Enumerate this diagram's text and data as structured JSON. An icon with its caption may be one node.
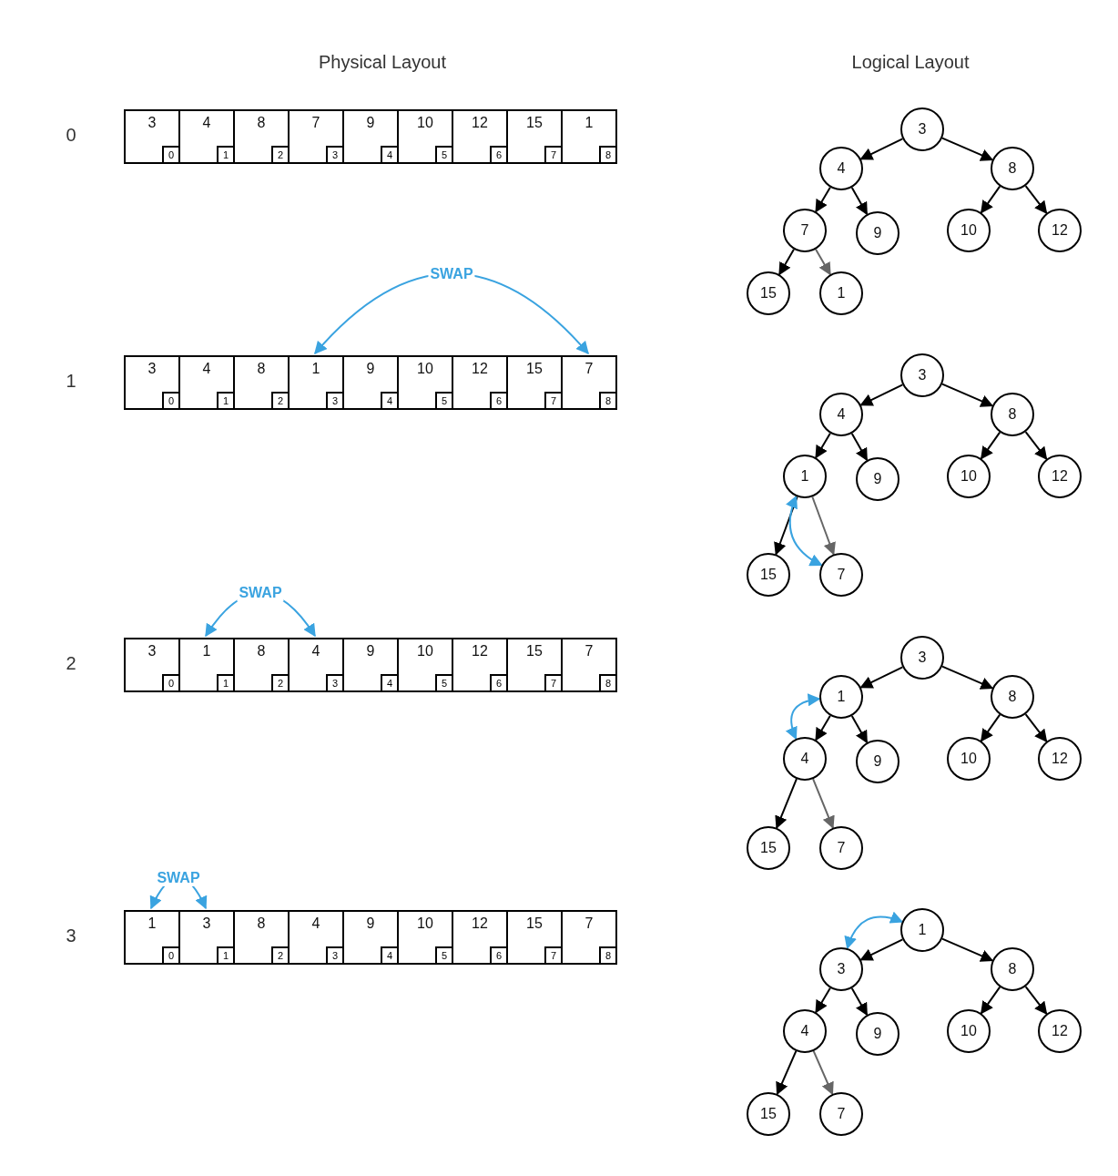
{
  "diagram": {
    "nodes": [
      {
        "text": [
          "3",
          "0"
        ]
      },
      {
        "text": [
          "4",
          "1"
        ]
      },
      {
        "text": [
          "8",
          "2"
        ]
      },
      {
        "text": [
          "7",
          "3"
        ]
      },
      {
        "text": [
          "9",
          "4"
        ]
      },
      {
        "text": [
          "10",
          "5"
        ]
      },
      {
        "text": [
          "12",
          "6"
        ]
      },
      {
        "text": [
          "15",
          "7"
        ]
      },
      {
        "text": [
          "1",
          "8"
        ]
      },
      {
        "text": [
          "3"
        ]
      },
      {
        "text": [
          "4"
        ]
      },
      {
        "text": [
          "8"
        ]
      },
      {
        "text": [
          "7"
        ]
      },
      {
        "text": [
          "9"
        ]
      },
      {
        "text": [
          "10"
        ]
      },
      {
        "text": [
          "12"
        ]
      },
      {
        "text": [
          "15"
        ]
      },
      {
        "text": [
          "1"
        ]
      },
      {
        "text": [
          "3",
          "0"
        ]
      },
      {
        "text": [
          "4",
          "1"
        ]
      },
      {
        "text": [
          "8",
          "2"
        ]
      },
      {
        "text": [
          "1",
          "3"
        ]
      },
      {
        "text": [
          "9",
          "4"
        ]
      },
      {
        "text": [
          "10",
          "5"
        ]
      },
      {
        "text": [
          "12",
          "6"
        ]
      },
      {
        "text": [
          "15",
          "7"
        ]
      },
      {
        "text": [
          "7",
          "8"
        ]
      },
      {
        "text": [
          "3"
        ]
      },
      {
        "text": [
          "4"
        ]
      },
      {
        "text": [
          "8"
        ]
      },
      {
        "text": [
          "1"
        ]
      },
      {
        "text": [
          "9"
        ]
      },
      {
        "text": [
          "10"
        ]
      },
      {
        "text": [
          "12"
        ]
      },
      {
        "text": [
          "15"
        ]
      },
      {
        "text": [
          "7"
        ]
      },
      {
        "text": [
          "3",
          "0"
        ]
      },
      {
        "text": [
          "1",
          "1"
        ]
      },
      {
        "text": [
          "8",
          "2"
        ]
      },
      {
        "text": [
          "4",
          "3"
        ]
      },
      {
        "text": [
          "9",
          "4"
        ]
      },
      {
        "text": [
          "10",
          "5"
        ]
      },
      {
        "text": [
          "12",
          "6"
        ]
      },
      {
        "text": [
          "15",
          "7"
        ]
      },
      {
        "text": [
          "7",
          "8"
        ]
      },
      {
        "text": [
          "3"
        ]
      },
      {
        "text": [
          "1"
        ]
      },
      {
        "text": [
          "8"
        ]
      },
      {
        "text": [
          "4"
        ]
      },
      {
        "text": [
          "9"
        ]
      },
      {
        "text": [
          "10"
        ]
      },
      {
        "text": [
          "12"
        ]
      },
      {
        "text": [
          "15"
        ]
      },
      {
        "text": [
          "7"
        ]
      },
      {
        "text": [
          "1",
          "0"
        ]
      },
      {
        "text": [
          "3",
          "1"
        ]
      },
      {
        "text": [
          "8",
          "2"
        ]
      },
      {
        "text": [
          "4",
          "3"
        ]
      },
      {
        "text": [
          "9",
          "4"
        ]
      },
      {
        "text": [
          "10",
          "5"
        ]
      },
      {
        "text": [
          "12",
          "6"
        ]
      },
      {
        "text": [
          "15",
          "7"
        ]
      },
      {
        "text": [
          "7",
          "8"
        ]
      },
      {
        "text": [
          "1"
        ]
      },
      {
        "text": [
          "3"
        ]
      },
      {
        "text": [
          "8"
        ]
      },
      {
        "text": [
          "4"
        ]
      },
      {
        "text": [
          "9"
        ]
      },
      {
        "text": [
          "10"
        ]
      },
      {
        "text": [
          "12"
        ]
      },
      {
        "text": [
          "15"
        ]
      },
      {
        "text": [
          "7"
        ]
      }
    ],
    "edges": [
      {
        "from": 9,
        "to": 10,
        "arrow": "to"
      },
      {
        "from": 9,
        "to": 11,
        "arrow": "to"
      },
      {
        "from": 10,
        "to": 12,
        "arrow": "to"
      },
      {
        "from": 10,
        "to": 13,
        "arrow": "to"
      },
      {
        "from": 11,
        "to": 14,
        "arrow": "to"
      },
      {
        "from": 11,
        "to": 15,
        "arrow": "to"
      },
      {
        "from": 12,
        "to": 16,
        "arrow": "to"
      },
      {
        "from": 12,
        "to": 17,
        "arrow": "to",
        "color": "#666666"
      },
      {
        "from": 21,
        "to": 26,
        "arrow": "both",
        "label": "SWAP",
        "color": "#3aa3e0"
      },
      {
        "from": 27,
        "to": 28,
        "arrow": "to"
      },
      {
        "from": 27,
        "to": 29,
        "arrow": "to"
      },
      {
        "from": 28,
        "to": 30,
        "arrow": "to"
      },
      {
        "from": 28,
        "to": 31,
        "arrow": "to"
      },
      {
        "from": 29,
        "to": 32,
        "arrow": "to"
      },
      {
        "from": 29,
        "to": 33,
        "arrow": "to"
      },
      {
        "from": 30,
        "to": 34,
        "arrow": "to"
      },
      {
        "from": 30,
        "to": 35,
        "arrow": "to",
        "color": "#666666"
      },
      {
        "from": 30,
        "to": 35,
        "arrow": "both",
        "color": "#3aa3e0"
      },
      {
        "from": 37,
        "to": 39,
        "arrow": "both",
        "label": "SWAP",
        "color": "#3aa3e0"
      },
      {
        "from": 45,
        "to": 46,
        "arrow": "to"
      },
      {
        "from": 45,
        "to": 47,
        "arrow": "to"
      },
      {
        "from": 46,
        "to": 48,
        "arrow": "to"
      },
      {
        "from": 46,
        "to": 49,
        "arrow": "to"
      },
      {
        "from": 47,
        "to": 50,
        "arrow": "to"
      },
      {
        "from": 47,
        "to": 51,
        "arrow": "to"
      },
      {
        "from": 48,
        "to": 52,
        "arrow": "to"
      },
      {
        "from": 48,
        "to": 53,
        "arrow": "to",
        "color": "#666666"
      },
      {
        "from": 46,
        "to": 48,
        "arrow": "both",
        "color": "#3aa3e0"
      },
      {
        "from": 54,
        "to": 55,
        "arrow": "both",
        "label": "SWAP",
        "color": "#3aa3e0"
      },
      {
        "from": 63,
        "to": 64,
        "arrow": "to"
      },
      {
        "from": 63,
        "to": 65,
        "arrow": "to"
      },
      {
        "from": 64,
        "to": 66,
        "arrow": "to"
      },
      {
        "from": 64,
        "to": 67,
        "arrow": "to"
      },
      {
        "from": 65,
        "to": 68,
        "arrow": "to"
      },
      {
        "from": 65,
        "to": 69,
        "arrow": "to"
      },
      {
        "from": 66,
        "to": 70,
        "arrow": "to"
      },
      {
        "from": 66,
        "to": 71,
        "arrow": "to",
        "color": "#666666"
      },
      {
        "from": 63,
        "to": 64,
        "arrow": "both",
        "color": "#3aa3e0"
      }
    ],
    "labels": [
      "Physical Layout",
      "Logical Layout",
      "0",
      "1",
      "2",
      "3"
    ]
  }
}
